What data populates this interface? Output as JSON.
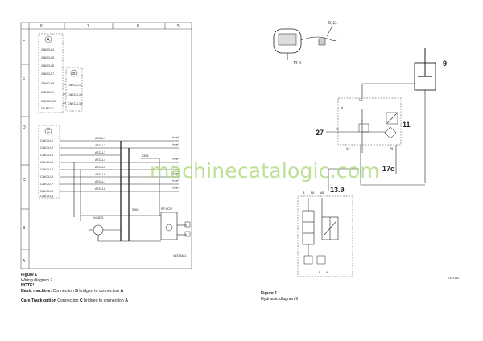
{
  "left_diagram": {
    "grid_columns": [
      "6",
      "7",
      "8",
      "5"
    ],
    "grid_rows": [
      "F",
      "E",
      "D",
      "C",
      "B",
      "A"
    ],
    "box_a": {
      "label": "A",
      "pins": [
        "CNKCU-4",
        "CNKCU-5",
        "CNKCU-6",
        "CNKCU-7",
        "CNKCU-8",
        "CNKCU-9",
        "CNKCU-10"
      ],
      "footer": "C8 AECU"
    },
    "box_b": {
      "label": "B",
      "pins": [
        "CNKCU-11",
        "CNKCU-12",
        "CNKCU-13"
      ]
    },
    "box_c": {
      "label": "C",
      "pins": [
        "CNKCU-1",
        "CNKCU-2",
        "CNKCU-3",
        "CNKCU-4",
        "CNKCU-5",
        "CNKCU-6",
        "CNKCU-7",
        "CNKCU-8",
        "CNKCU-9"
      ],
      "wire_labels": [
        "AECU-1",
        "AECU-2",
        "AECU-3",
        "AECU-4",
        "AECU-5",
        "AECU-6",
        "AECU-7",
        "AECU-8"
      ],
      "right_labels": [
        "*ree*",
        "*ree*",
        "*ree*",
        "*ree*",
        "*ree*",
        "*ree*",
        "*ree*"
      ]
    },
    "components": {
      "s308": "S308",
      "vcads": "VCADS",
      "recu": "RF-ECU",
      "s000": "S000"
    },
    "ref": "V1573481"
  },
  "left_caption": {
    "figure": "Figure 1",
    "title": "Wiring diagram 7",
    "note": "NOTE!",
    "basic_prefix": "Basic machine:",
    "basic_middle": " Connection ",
    "basic_b": "B",
    "basic_mid2": " bridged to connection ",
    "basic_a": "A",
    "care_prefix": "Care Track option",
    "care_middle": " Connection ",
    "care_c": "C",
    "care_mid2": " bridged to connection ",
    "care_a": "A"
  },
  "right_diagram": {
    "label_9_11": "9, 11",
    "label_13_9_top": "13.9",
    "label_9": "9",
    "label_27": "27",
    "label_11": "11",
    "label_17c": "17c",
    "label_13_9": "13.9",
    "port_c2": "C2",
    "port_m": "M",
    "port_e": "E",
    "port_v2": "V2",
    "port_p6": "P6",
    "port_t": "T",
    "valve_ports": [
      "B",
      "B8",
      "A8"
    ],
    "valve_bottom": [
      "B",
      "A"
    ],
    "ref": "V1573527"
  },
  "right_caption": {
    "figure": "Figure 1",
    "title": "Hydraulic diagram 9"
  },
  "watermark": "machinecatalogic.com"
}
